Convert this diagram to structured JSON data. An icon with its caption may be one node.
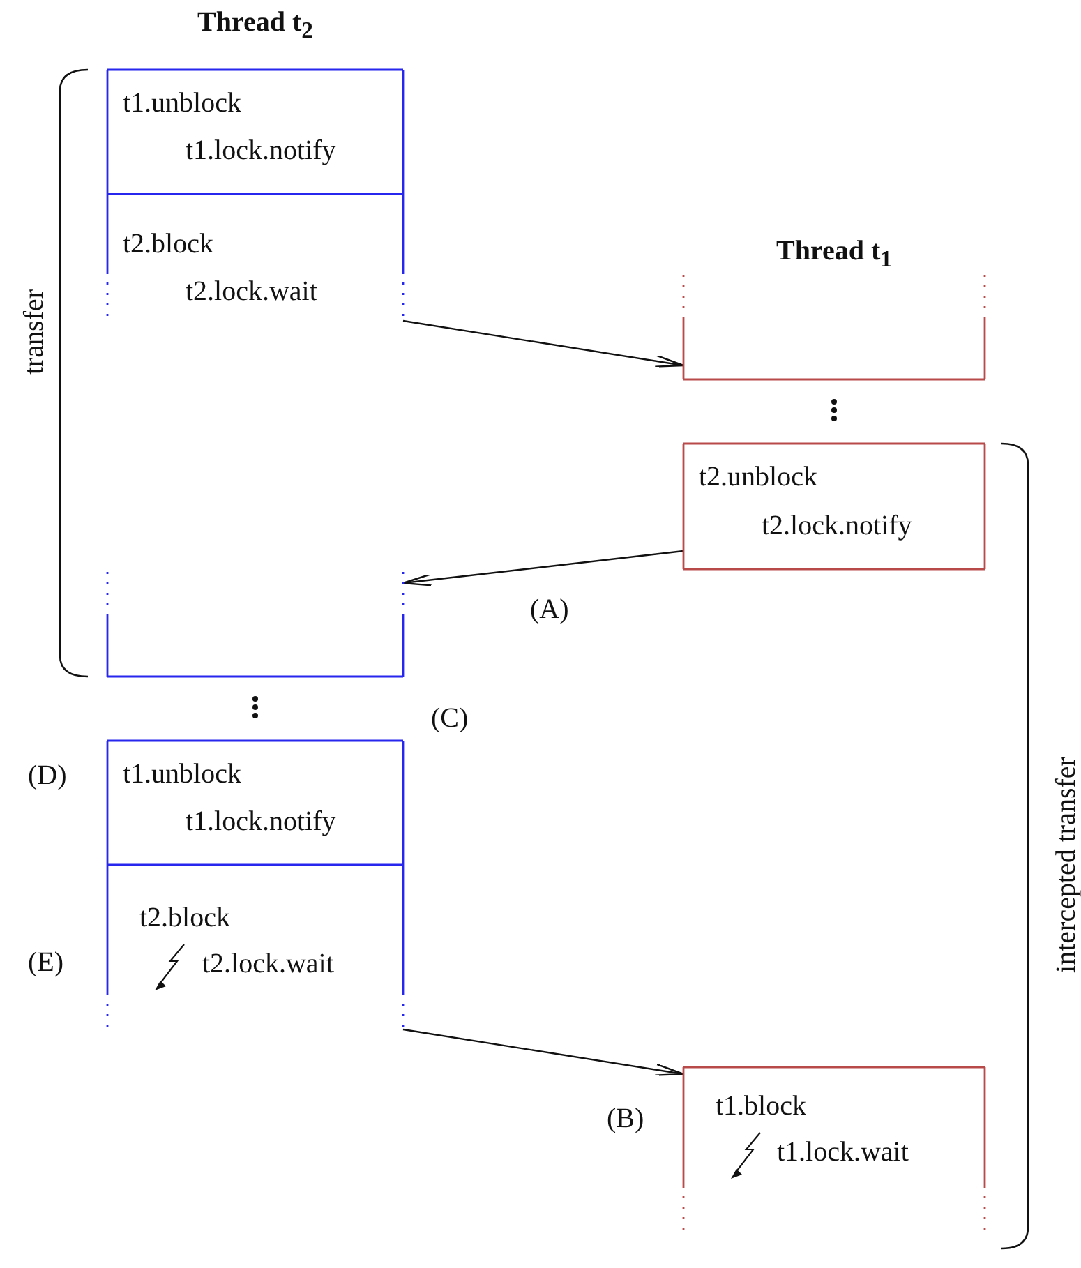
{
  "diagram": {
    "nodes": [
      {
        "text": [
          "t1.unblock",
          "t1.lock.notify"
        ]
      },
      {
        "text": [
          "t2.block",
          "t2.lock.wait"
        ]
      },
      {
        "text": [],
        "shape": "box"
      },
      {
        "text": [
          "t1.unblock",
          "t1.lock.notify"
        ]
      },
      {
        "text": [
          "t2.block",
          "t2.lock.wait"
        ]
      },
      {
        "text": [],
        "shape": "box"
      },
      {
        "text": [
          "t2.unblock",
          "t2.lock.notify"
        ]
      },
      {
        "text": [
          "t1.block",
          "t1.lock.wait"
        ]
      }
    ],
    "edges": [
      {
        "from": 1,
        "to": 5,
        "arrow": "to"
      },
      {
        "from": 6,
        "to": 2,
        "arrow": "to"
      },
      {
        "from": 4,
        "to": 7,
        "arrow": "to"
      }
    ],
    "labels": [
      "Thread t$_{2}$",
      "Thread t$_{1}$",
      "transfer",
      "(A)",
      "(C)",
      "(D)",
      "(E)",
      "intercepted transfer",
      "(B)"
    ]
  }
}
